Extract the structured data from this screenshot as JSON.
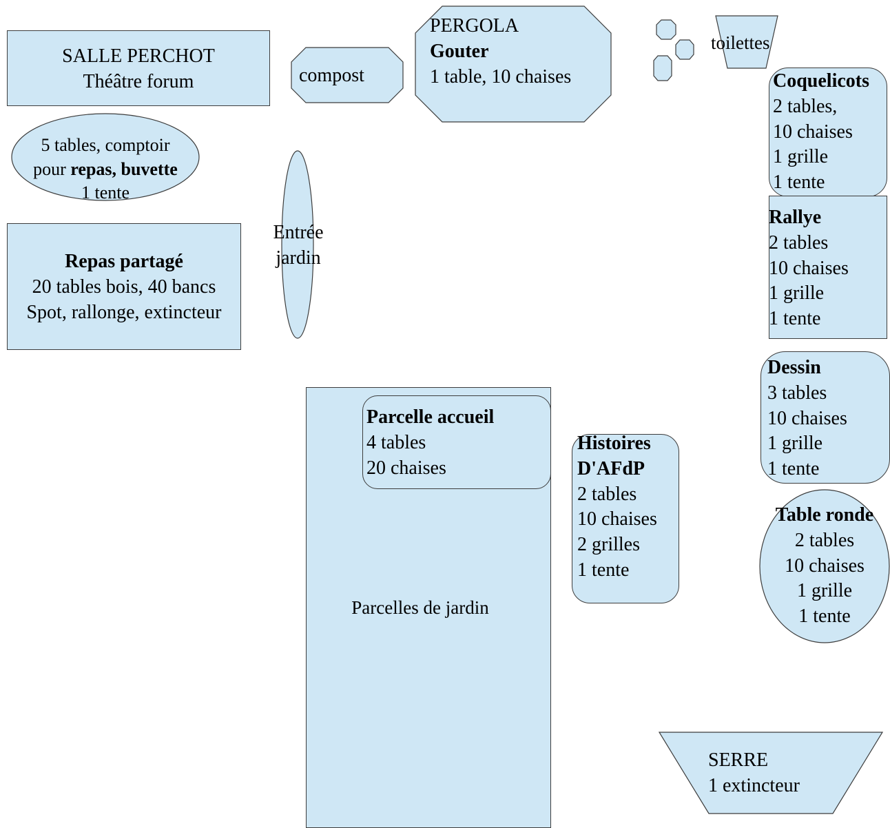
{
  "salle_perchot": {
    "line1": "SALLE PERCHOT",
    "line2": "Théâtre forum"
  },
  "buvette": {
    "line1": "5 tables, comptoir",
    "line2_a": "pour ",
    "line2_b": "repas, buvette",
    "line3": "1 tente"
  },
  "repas_partage": {
    "title": "Repas partagé",
    "line2": "20 tables bois, 40 bancs",
    "line3": "Spot, rallonge, extincteur"
  },
  "compost": {
    "label": "compost"
  },
  "entree": {
    "line1": "Entrée",
    "line2": "jardin"
  },
  "pergola": {
    "line1": "PERGOLA",
    "title": "Gouter",
    "line3": "1 table, 10 chaises"
  },
  "toilettes": {
    "label": "toilettes"
  },
  "coquelicots": {
    "title": "Coquelicots",
    "lines": [
      "2 tables,",
      "10 chaises",
      "1 grille",
      "1 tente"
    ]
  },
  "rallye": {
    "title": "Rallye",
    "lines": [
      "2 tables",
      "10 chaises",
      "1 grille",
      "1 tente"
    ]
  },
  "dessin": {
    "title": "Dessin",
    "lines": [
      "3 tables",
      "10 chaises",
      "1 grille",
      "1 tente"
    ]
  },
  "table_ronde": {
    "title": "Table ronde",
    "lines": [
      "2 tables",
      "10 chaises",
      "1 grille",
      "1 tente"
    ]
  },
  "parcelle_accueil": {
    "title": "Parcelle accueil",
    "lines": [
      "4 tables",
      "20 chaises"
    ]
  },
  "parcelles": {
    "label": "Parcelles de jardin"
  },
  "histoires": {
    "title1": "Histoires",
    "title2": "D'AFdP",
    "lines": [
      "2 tables",
      "10 chaises",
      "2 grilles",
      "1 tente"
    ]
  },
  "serre": {
    "line1": "SERRE",
    "line2": "1 extincteur"
  }
}
